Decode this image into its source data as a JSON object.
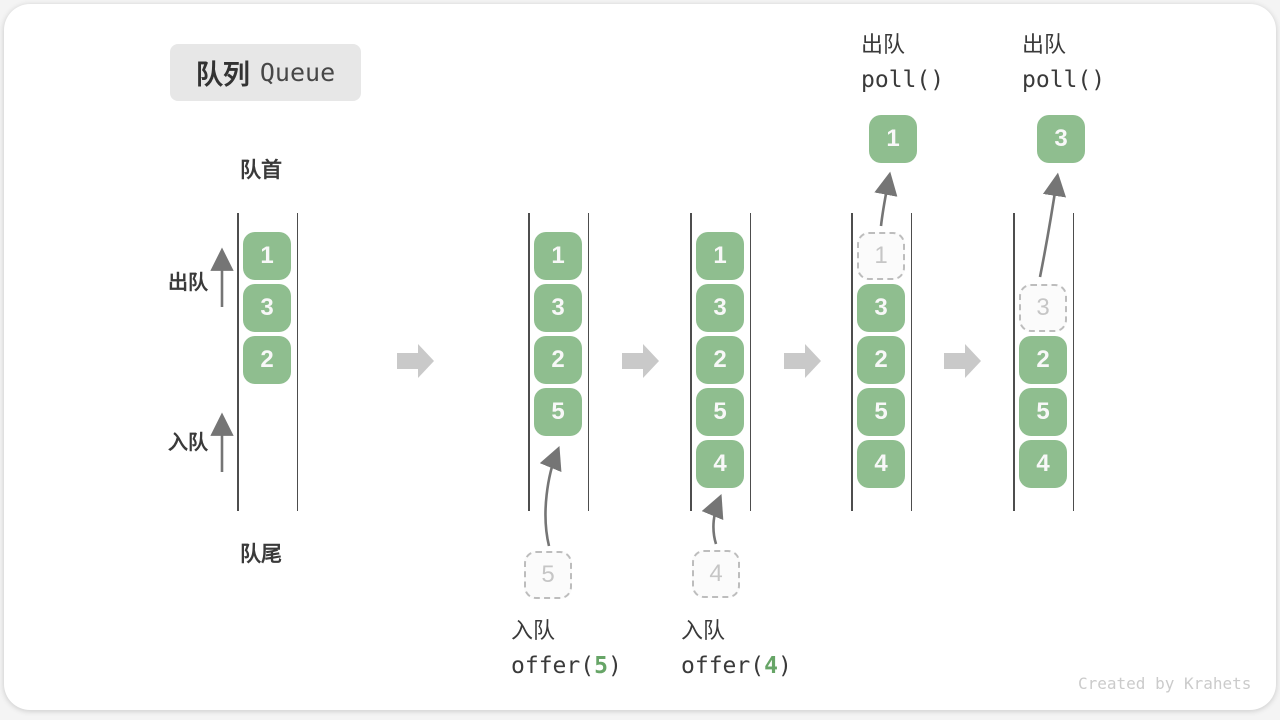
{
  "title": {
    "zh": "队列",
    "en": "Queue"
  },
  "labels": {
    "front": "队首",
    "rear": "队尾",
    "dequeue": "出队",
    "enqueue": "入队"
  },
  "columns": [
    {
      "slots": [
        {
          "value": "1",
          "state": "in-queue"
        },
        {
          "value": "3",
          "state": "in-queue"
        },
        {
          "value": "2",
          "state": "in-queue"
        }
      ]
    },
    {
      "slots": [
        {
          "value": "1",
          "state": "in-queue"
        },
        {
          "value": "3",
          "state": "in-queue"
        },
        {
          "value": "2",
          "state": "in-queue"
        },
        {
          "value": "5",
          "state": "in-queue"
        }
      ]
    },
    {
      "slots": [
        {
          "value": "1",
          "state": "in-queue"
        },
        {
          "value": "3",
          "state": "in-queue"
        },
        {
          "value": "2",
          "state": "in-queue"
        },
        {
          "value": "5",
          "state": "in-queue"
        },
        {
          "value": "4",
          "state": "in-queue"
        }
      ]
    },
    {
      "slots": [
        {
          "value": "1",
          "state": "ghost"
        },
        {
          "value": "3",
          "state": "in-queue"
        },
        {
          "value": "2",
          "state": "in-queue"
        },
        {
          "value": "5",
          "state": "in-queue"
        },
        {
          "value": "4",
          "state": "in-queue"
        }
      ]
    },
    {
      "slots": [
        {
          "value": "3",
          "state": "ghost"
        },
        {
          "value": "2",
          "state": "in-queue"
        },
        {
          "value": "5",
          "state": "in-queue"
        },
        {
          "value": "4",
          "state": "in-queue"
        }
      ]
    }
  ],
  "floating": {
    "enqueue_candidate_5": "5",
    "enqueue_candidate_4": "4",
    "dequeued_1": "1",
    "dequeued_3": "3"
  },
  "operations": {
    "enqueue_5": {
      "label": "入队",
      "code_pre": "offer(",
      "arg": "5",
      "code_post": ")"
    },
    "enqueue_4": {
      "label": "入队",
      "code_pre": "offer(",
      "arg": "4",
      "code_post": ")"
    },
    "poll_1": {
      "label": "出队",
      "code": "poll()"
    },
    "poll_2": {
      "label": "出队",
      "code": "poll()"
    }
  },
  "watermark": "Created by Krahets",
  "colors": {
    "item_green": "#8fbe8f",
    "code_arg_green": "#67a567",
    "step_arrow_gray": "#c9c9c9",
    "flow_arrow_gray": "#757575",
    "rail_gray": "#4d4d4d",
    "badge_gray": "#e7e7e7"
  }
}
